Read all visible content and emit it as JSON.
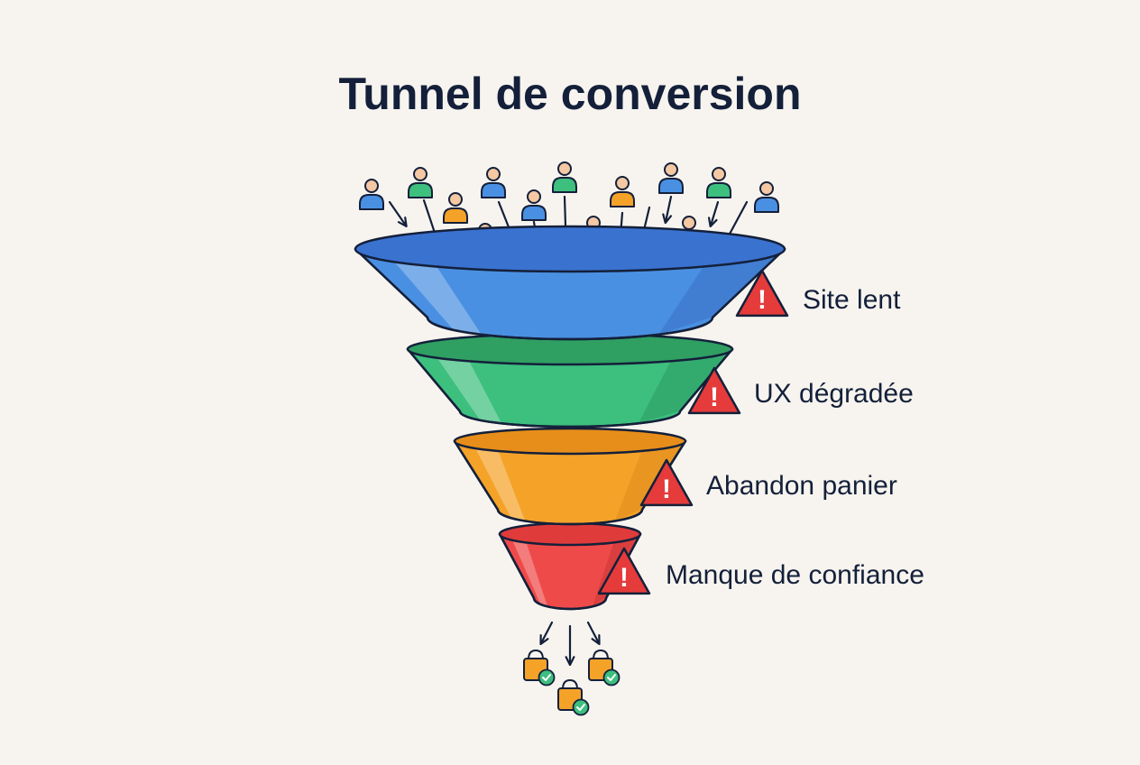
{
  "title": "Tunnel de conversion",
  "stages": [
    {
      "label": "Site lent",
      "color": "#4a90e2",
      "rim": "#3a72d0",
      "shade": "#3a6fc4"
    },
    {
      "label": "UX dégradée",
      "color": "#3dbf7e",
      "rim": "#2f9f62",
      "shade": "#2e9a60"
    },
    {
      "label": "Abandon panier",
      "color": "#f5a229",
      "rim": "#e78e1a",
      "shade": "#df8a1e"
    },
    {
      "label": "Manque de confiance",
      "color": "#ef4a4a",
      "rim": "#e03b3b",
      "shade": "#c93535"
    }
  ],
  "icons": {
    "warning": "warning-icon",
    "person": "person-icon",
    "bag": "shopping-bag-icon",
    "check": "check-icon"
  },
  "colors": {
    "outline": "#14203a",
    "warning": "#e53b3b",
    "person_palette": [
      "#4a90e2",
      "#3dbf7e",
      "#f5a229",
      "#ef4a4a"
    ],
    "bag": "#f5a229",
    "check": "#3dbf7e",
    "background": "#f7f4ef"
  }
}
